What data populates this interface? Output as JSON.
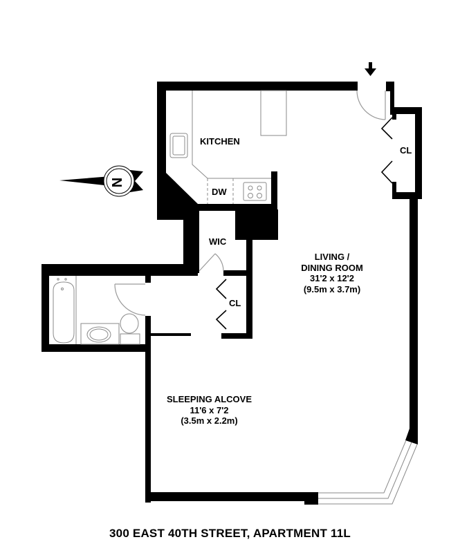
{
  "plan": {
    "title": "300 EAST 40TH STREET, APARTMENT 11L",
    "compass": {
      "label": "N",
      "icon": "compass-north-icon"
    },
    "entry_arrow": "arrow-down-icon",
    "rooms": {
      "kitchen": {
        "name": "KITCHEN"
      },
      "dishwasher": {
        "name": "DW"
      },
      "entry_closet": {
        "name": "CL"
      },
      "wic": {
        "name": "WIC"
      },
      "hall_closet": {
        "name": "CL"
      },
      "living": {
        "name": "LIVING /",
        "name2": "DINING ROOM",
        "dims_ft": "31'2 x 12'2",
        "dims_m": "(9.5m x 3.7m)"
      },
      "sleeping": {
        "name": "SLEEPING ALCOVE",
        "dims_ft": "11'6 x 7'2",
        "dims_m": "(3.5m x 2.2m)"
      }
    }
  }
}
